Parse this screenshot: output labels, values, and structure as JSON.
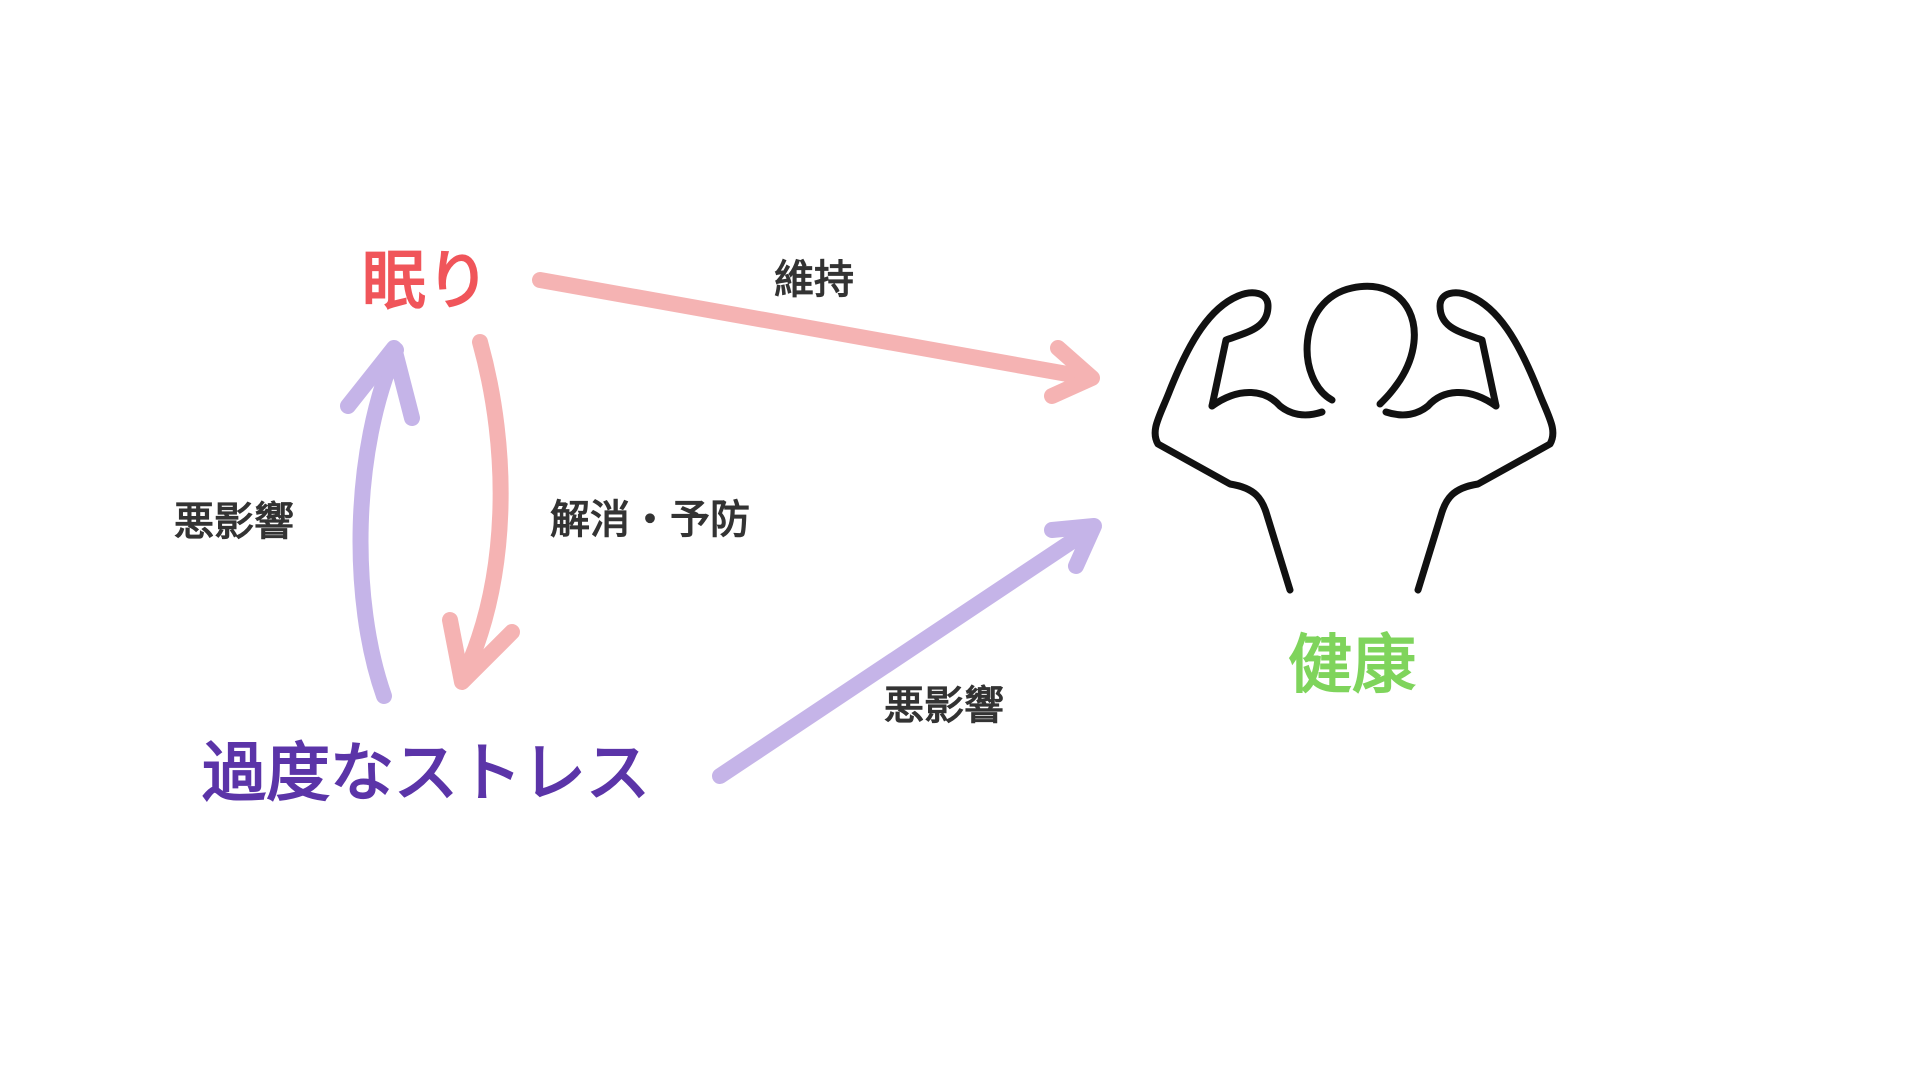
{
  "nodes": {
    "sleep": {
      "label": "眠り",
      "color": "#f0555a"
    },
    "stress": {
      "label": "過度なストレス",
      "color": "#5b34a8"
    },
    "health": {
      "label": "健康",
      "color": "#7fd45c"
    }
  },
  "edges": {
    "sleep_to_health": {
      "label": "維持",
      "color": "#f5b3b3"
    },
    "sleep_to_stress": {
      "label": "解消・予防",
      "color": "#f5b3b3"
    },
    "stress_to_sleep": {
      "label": "悪影響",
      "color": "#c5b4e8"
    },
    "stress_to_health": {
      "label": "悪影響",
      "color": "#c5b4e8"
    }
  },
  "icons": {
    "health_figure": "flexing-person-icon"
  }
}
